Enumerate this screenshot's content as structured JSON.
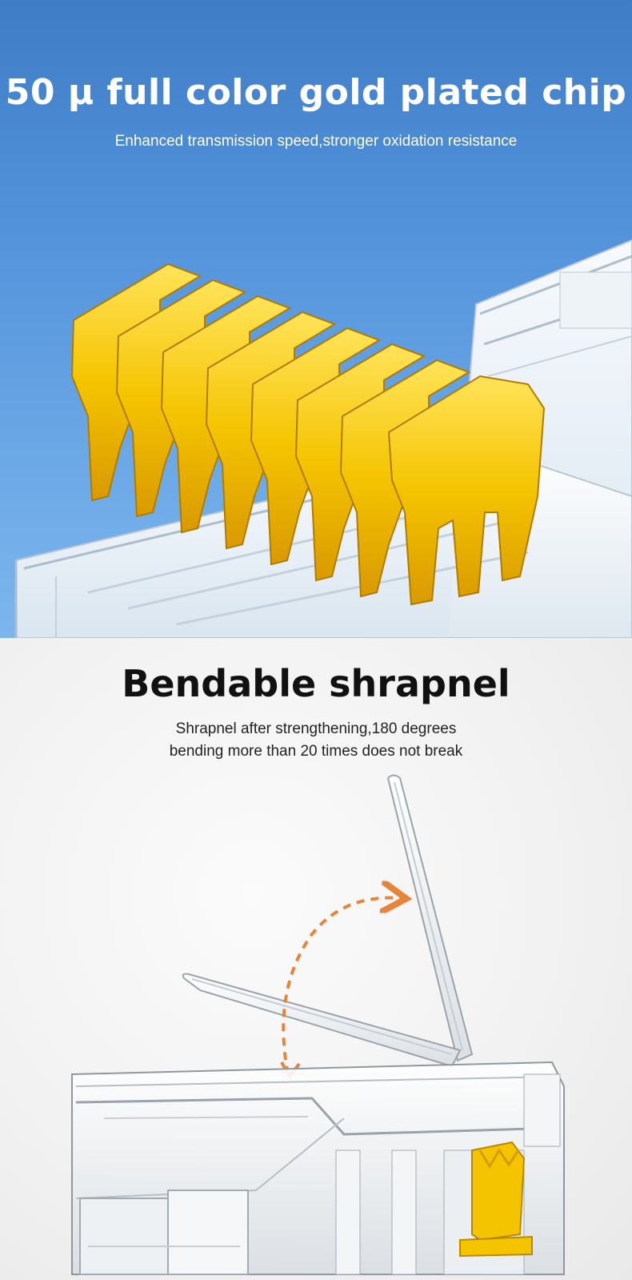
{
  "section_chip": {
    "title": "50 μ full color gold plated chip",
    "subtitle": "Enhanced transmission speed,stronger oxidation resistance",
    "illustration": "gold-plated-contacts-closeup",
    "colors": {
      "background": "#4f8fd8",
      "gold": "#f5c400",
      "text": "#ffffff"
    }
  },
  "section_shrapnel": {
    "title": "Bendable shrapnel",
    "subtitle_lines": [
      "Shrapnel after strengthening,180 degrees",
      "bending more than 20 times does not break"
    ],
    "illustration": "rj45-connector-bending-clip",
    "colors": {
      "arrow": "#e8833a",
      "text": "#111111"
    }
  }
}
